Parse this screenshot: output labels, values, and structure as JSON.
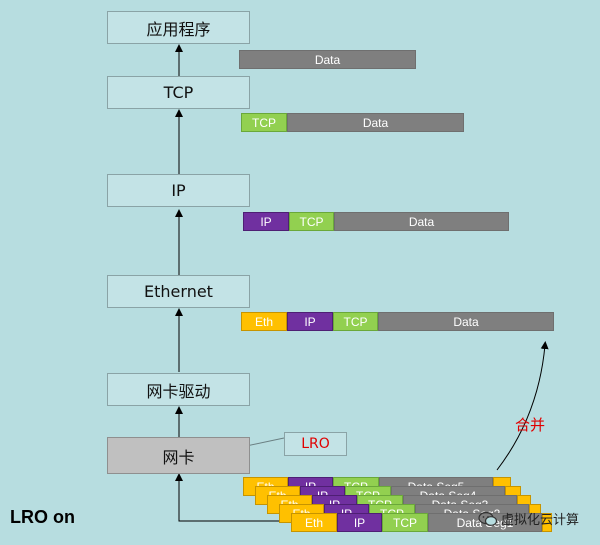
{
  "layers": {
    "app": "应用程序",
    "tcp": "TCP",
    "ip": "IP",
    "ethernet": "Ethernet",
    "driver": "网卡驱动",
    "nic": "网卡"
  },
  "packets": {
    "app_data": "Data",
    "tcp_level": {
      "tcp": "TCP",
      "data": "Data"
    },
    "ip_level": {
      "ip": "IP",
      "tcp": "TCP",
      "data": "Data"
    },
    "eth_level": {
      "eth": "Eth",
      "ip": "IP",
      "tcp": "TCP",
      "data": "Data"
    }
  },
  "stacked_segments": [
    {
      "eth": "Eth",
      "ip": "IP",
      "tcp": "TCP",
      "data": "Data Seg5"
    },
    {
      "eth": "Eth",
      "ip": "IP",
      "tcp": "TCP",
      "data": "Data Seg4"
    },
    {
      "eth": "Eth",
      "ip": "IP",
      "tcp": "TCP",
      "data": "Data Seg3"
    },
    {
      "eth": "Eth",
      "ip": "IP",
      "tcp": "TCP",
      "data": "Data Seg2"
    },
    {
      "eth": "Eth",
      "ip": "IP",
      "tcp": "TCP",
      "data": "Data Seg1"
    }
  ],
  "annotations": {
    "lro": "LRO",
    "merge": "合并",
    "lro_on": "LRO on",
    "watermark": "虚拟化云计算"
  },
  "colors": {
    "background": "#b7dde0",
    "data": "#7f7f7f",
    "tcp": "#92d050",
    "ip": "#7030a0",
    "eth": "#ffc000",
    "red_text": "#e00000"
  }
}
